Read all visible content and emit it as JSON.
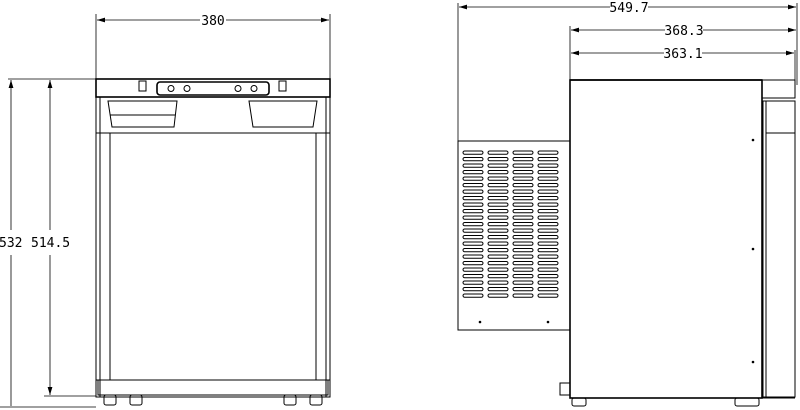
{
  "drawing": {
    "front_view": {
      "width_dimension": "380",
      "overall_height_dimension": "532",
      "body_height_dimension": "514.5"
    },
    "side_view": {
      "overall_depth_dimension": "549.7",
      "body_depth_dimension": "368.3",
      "cabinet_depth_dimension": "363.1"
    },
    "line_color": "#000000",
    "background_color": "#ffffff"
  }
}
